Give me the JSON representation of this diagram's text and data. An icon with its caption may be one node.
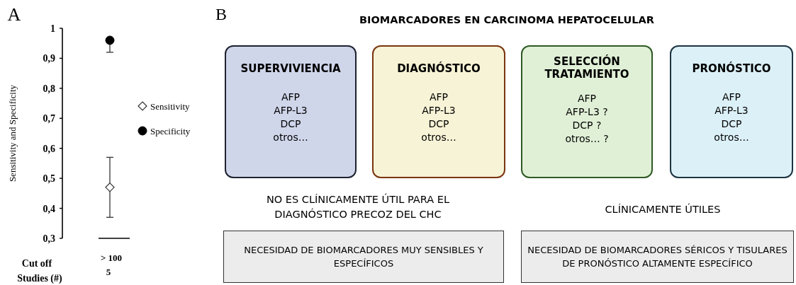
{
  "diagram": {
    "title": "BIOMARCADORES EN CARCINOMA HEPATOCELULAR",
    "nodes": [
      {
        "text": [
          "SUPERVIVIENCIA",
          "AFP",
          "AFP-L3",
          "DCP",
          "otros…"
        ]
      },
      {
        "text": [
          "DIAGNÓSTICO",
          "AFP",
          "AFP-L3",
          "DCP",
          "otros…"
        ]
      },
      {
        "text": [
          "SELECCIÓN TRATAMIENTO",
          "AFP",
          "AFP-L3 ?",
          "DCP ?",
          "otros… ?"
        ]
      },
      {
        "text": [
          "PRONÓSTICO",
          "AFP",
          "AFP-L3",
          "DCP",
          "otros…"
        ]
      },
      {
        "text": [
          "NECESIDAD DE BIOMARCADORES MUY SENSIBLES Y ESPECÍFICOS"
        ]
      },
      {
        "text": [
          "NECESIDAD DE BIOMARCADORES SÉRICOS Y TISULARES DE PRONÓSTICO ALTAMENTE ESPECÍFICO"
        ]
      }
    ],
    "labels": [
      "A",
      "B",
      "NO ES CLÍNICAMENTE ÚTIL PARA EL DIAGNÓSTICO PRECOZ DEL CHC",
      "CLÍNICAMENTE ÚTILES",
      "Cut off",
      "Studies (#)",
      "5"
    ],
    "chart_data": {
      "type": "scatter",
      "ylabel": "Sensitivity and Specificity",
      "categories": [
        "> 100"
      ],
      "series": [
        {
          "name": "Sensitivity",
          "color": "#ffffff",
          "values": [
            0.47
          ],
          "errors": [
            [
              0.37,
              0.57
            ]
          ]
        },
        {
          "name": "Specificity",
          "color": "#000000",
          "values": [
            0.96
          ],
          "errors": [
            [
              0.92,
              0.96
            ]
          ]
        }
      ],
      "legend": true,
      "ylim": [
        0.3,
        1
      ],
      "yticks": [
        {
          "value": 0.3,
          "label": "0,3"
        },
        {
          "value": 0.4,
          "label": "0,4"
        },
        {
          "value": 0.5,
          "label": "0,5"
        },
        {
          "value": 0.6,
          "label": "0,6"
        },
        {
          "value": 0.7,
          "label": "0,7"
        },
        {
          "value": 0.8,
          "label": "0,8"
        },
        {
          "value": 0.9,
          "label": "0,9"
        },
        {
          "value": 1,
          "label": "1"
        }
      ]
    }
  }
}
